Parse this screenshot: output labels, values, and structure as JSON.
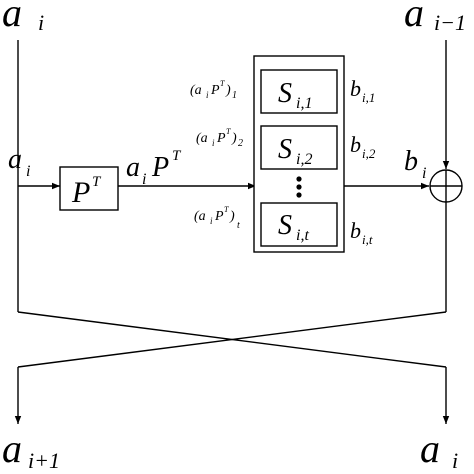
{
  "top_left": {
    "base": "a",
    "sub": "i"
  },
  "top_right": {
    "base": "a",
    "sub": "i−1"
  },
  "input_label": {
    "base": "a",
    "sub": "i"
  },
  "perm_box": {
    "base": "P",
    "sup": "T"
  },
  "perm_output": {
    "a": "a",
    "a_sub": "i",
    "P": "P",
    "P_sup": "T"
  },
  "sboxes": [
    {
      "in_a": "(a",
      "in_sub": "i",
      "in_P": "P",
      "in_sup": "T",
      "in_close": ")",
      "in_idx": "1",
      "base": "S",
      "sub": "i,1",
      "out_base": "b",
      "out_sub": "i,1"
    },
    {
      "in_a": "(a",
      "in_sub": "i",
      "in_P": "P",
      "in_sup": "T",
      "in_close": ")",
      "in_idx": "2",
      "base": "S",
      "sub": "i,2",
      "out_base": "b",
      "out_sub": "i,2"
    },
    {
      "in_a": "(a",
      "in_sub": "i",
      "in_P": "P",
      "in_sup": "T",
      "in_close": ")",
      "in_idx": "t",
      "base": "S",
      "sub": "i,t",
      "out_base": "b",
      "out_sub": "i,t"
    }
  ],
  "sbox_output": {
    "base": "b",
    "sub": "i"
  },
  "bottom_left": {
    "base": "a",
    "sub": "i+1"
  },
  "bottom_right": {
    "base": "a",
    "sub": "i"
  }
}
